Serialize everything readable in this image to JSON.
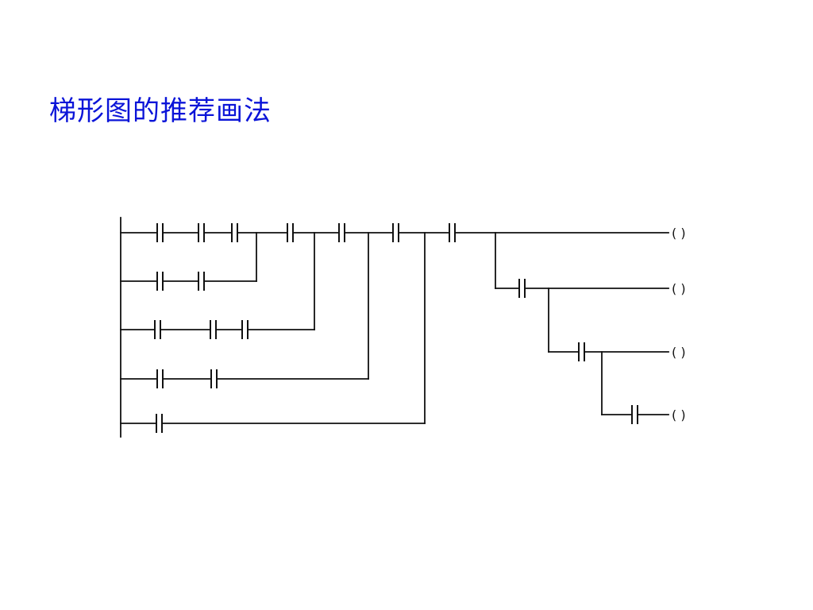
{
  "slide": {
    "title": "梯形图的推荐画法"
  },
  "diagram": {
    "type": "plc-ladder-diagram",
    "colors": {
      "title": "#0a14d8",
      "lines": "#111111",
      "background": "#ffffff"
    },
    "components": {
      "contact_symbol": "normally-open-contact",
      "coil_symbol": "output-coil",
      "coil_glyph": "(  )"
    },
    "input_branches": [
      {
        "row": 1,
        "contacts": 3,
        "note": "main series row"
      },
      {
        "row": 2,
        "contacts": 2
      },
      {
        "row": 3,
        "contacts": 3
      },
      {
        "row": 4,
        "contacts": 2
      },
      {
        "row": 5,
        "contacts": 1
      }
    ],
    "output_branches": [
      {
        "coil": 1,
        "contacts": 0
      },
      {
        "coil": 2,
        "contacts": 1
      },
      {
        "coil": 3,
        "contacts": 1
      },
      {
        "coil": 4,
        "contacts": 1
      }
    ]
  }
}
